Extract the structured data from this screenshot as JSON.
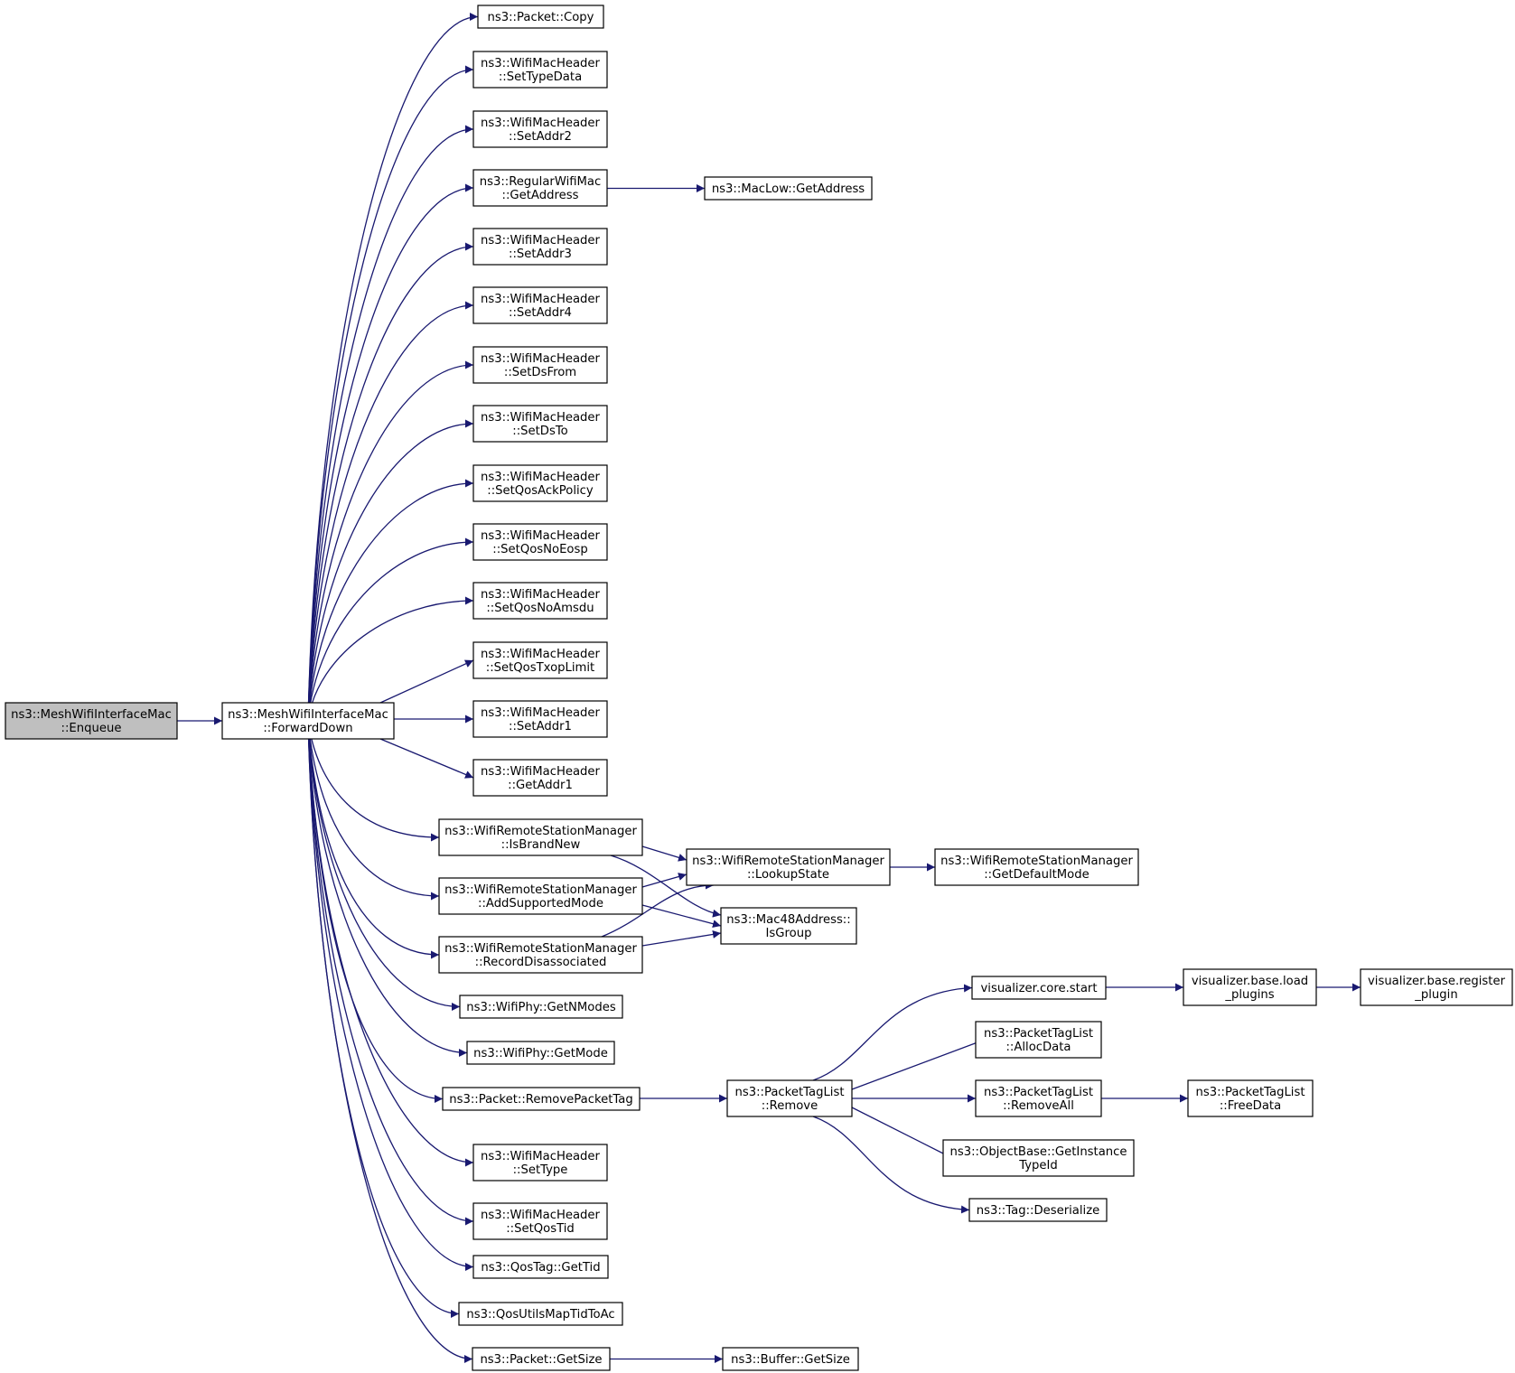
{
  "graph": {
    "edge_color": "#191970",
    "root_fill": "#bfbfbf",
    "nodes": [
      {
        "id": "enqueue",
        "lines": [
          "ns3::MeshWifiInterfaceMac",
          "::Enqueue"
        ],
        "root": true
      },
      {
        "id": "forwarddown",
        "lines": [
          "ns3::MeshWifiInterfaceMac",
          "::ForwardDown"
        ]
      },
      {
        "id": "packet_copy",
        "lines": [
          "ns3::Packet::Copy"
        ]
      },
      {
        "id": "settypedata",
        "lines": [
          "ns3::WifiMacHeader",
          "::SetTypeData"
        ]
      },
      {
        "id": "setaddr2",
        "lines": [
          "ns3::WifiMacHeader",
          "::SetAddr2"
        ]
      },
      {
        "id": "rwm_getaddress",
        "lines": [
          "ns3::RegularWifiMac",
          "::GetAddress"
        ]
      },
      {
        "id": "maclow_getaddress",
        "lines": [
          "ns3::MacLow::GetAddress"
        ]
      },
      {
        "id": "setaddr3",
        "lines": [
          "ns3::WifiMacHeader",
          "::SetAddr3"
        ]
      },
      {
        "id": "setaddr4",
        "lines": [
          "ns3::WifiMacHeader",
          "::SetAddr4"
        ]
      },
      {
        "id": "setdsfrom",
        "lines": [
          "ns3::WifiMacHeader",
          "::SetDsFrom"
        ]
      },
      {
        "id": "setdsto",
        "lines": [
          "ns3::WifiMacHeader",
          "::SetDsTo"
        ]
      },
      {
        "id": "setqosackpolicy",
        "lines": [
          "ns3::WifiMacHeader",
          "::SetQosAckPolicy"
        ]
      },
      {
        "id": "setqosnoeosp",
        "lines": [
          "ns3::WifiMacHeader",
          "::SetQosNoEosp"
        ]
      },
      {
        "id": "setqosnoamsdu",
        "lines": [
          "ns3::WifiMacHeader",
          "::SetQosNoAmsdu"
        ]
      },
      {
        "id": "setqostxoplimit",
        "lines": [
          "ns3::WifiMacHeader",
          "::SetQosTxopLimit"
        ]
      },
      {
        "id": "setaddr1",
        "lines": [
          "ns3::WifiMacHeader",
          "::SetAddr1"
        ]
      },
      {
        "id": "getaddr1",
        "lines": [
          "ns3::WifiMacHeader",
          "::GetAddr1"
        ]
      },
      {
        "id": "isbrandnew",
        "lines": [
          "ns3::WifiRemoteStationManager",
          "::IsBrandNew"
        ]
      },
      {
        "id": "lookupstate",
        "lines": [
          "ns3::WifiRemoteStationManager",
          "::LookupState"
        ]
      },
      {
        "id": "getdefaultmode",
        "lines": [
          "ns3::WifiRemoteStationManager",
          "::GetDefaultMode"
        ]
      },
      {
        "id": "addsupportedmode",
        "lines": [
          "ns3::WifiRemoteStationManager",
          "::AddSupportedMode"
        ]
      },
      {
        "id": "isgroup",
        "lines": [
          "ns3::Mac48Address::",
          "IsGroup"
        ]
      },
      {
        "id": "recorddisassociated",
        "lines": [
          "ns3::WifiRemoteStationManager",
          "::RecordDisassociated"
        ]
      },
      {
        "id": "getnmodes",
        "lines": [
          "ns3::WifiPhy::GetNModes"
        ]
      },
      {
        "id": "getmode",
        "lines": [
          "ns3::WifiPhy::GetMode"
        ]
      },
      {
        "id": "removepackettag",
        "lines": [
          "ns3::Packet::RemovePacketTag"
        ]
      },
      {
        "id": "ptl_remove",
        "lines": [
          "ns3::PacketTagList",
          "::Remove"
        ]
      },
      {
        "id": "viz_core_start",
        "lines": [
          "visualizer.core.start"
        ]
      },
      {
        "id": "viz_load_plugins",
        "lines": [
          "visualizer.base.load",
          "_plugins"
        ]
      },
      {
        "id": "viz_register_plugin",
        "lines": [
          "visualizer.base.register",
          "_plugin"
        ]
      },
      {
        "id": "ptl_allocdata",
        "lines": [
          "ns3::PacketTagList",
          "::AllocData"
        ]
      },
      {
        "id": "ptl_removeall",
        "lines": [
          "ns3::PacketTagList",
          "::RemoveAll"
        ]
      },
      {
        "id": "ptl_freedata",
        "lines": [
          "ns3::PacketTagList",
          "::FreeData"
        ]
      },
      {
        "id": "getinstancetypeid",
        "lines": [
          "ns3::ObjectBase::GetInstance",
          "TypeId"
        ]
      },
      {
        "id": "tag_deserialize",
        "lines": [
          "ns3::Tag::Deserialize"
        ]
      },
      {
        "id": "settype",
        "lines": [
          "ns3::WifiMacHeader",
          "::SetType"
        ]
      },
      {
        "id": "setqostid",
        "lines": [
          "ns3::WifiMacHeader",
          "::SetQosTid"
        ]
      },
      {
        "id": "qostag_gettid",
        "lines": [
          "ns3::QosTag::GetTid"
        ]
      },
      {
        "id": "qosutilsmaptidtoac",
        "lines": [
          "ns3::QosUtilsMapTidToAc"
        ]
      },
      {
        "id": "packet_getsize",
        "lines": [
          "ns3::Packet::GetSize"
        ]
      },
      {
        "id": "buffer_getsize",
        "lines": [
          "ns3::Buffer::GetSize"
        ]
      }
    ],
    "edges": [
      [
        "enqueue",
        "forwarddown"
      ],
      [
        "forwarddown",
        "packet_copy"
      ],
      [
        "forwarddown",
        "settypedata"
      ],
      [
        "forwarddown",
        "setaddr2"
      ],
      [
        "forwarddown",
        "rwm_getaddress"
      ],
      [
        "rwm_getaddress",
        "maclow_getaddress"
      ],
      [
        "forwarddown",
        "setaddr3"
      ],
      [
        "forwarddown",
        "setaddr4"
      ],
      [
        "forwarddown",
        "setdsfrom"
      ],
      [
        "forwarddown",
        "setdsto"
      ],
      [
        "forwarddown",
        "setqosackpolicy"
      ],
      [
        "forwarddown",
        "setqosnoeosp"
      ],
      [
        "forwarddown",
        "setqosnoamsdu"
      ],
      [
        "forwarddown",
        "setqostxoplimit"
      ],
      [
        "forwarddown",
        "setaddr1"
      ],
      [
        "forwarddown",
        "getaddr1"
      ],
      [
        "forwarddown",
        "isbrandnew"
      ],
      [
        "isbrandnew",
        "lookupstate"
      ],
      [
        "isbrandnew",
        "isgroup"
      ],
      [
        "lookupstate",
        "getdefaultmode"
      ],
      [
        "forwarddown",
        "addsupportedmode"
      ],
      [
        "addsupportedmode",
        "lookupstate"
      ],
      [
        "addsupportedmode",
        "isgroup"
      ],
      [
        "forwarddown",
        "recorddisassociated"
      ],
      [
        "recorddisassociated",
        "lookupstate"
      ],
      [
        "recorddisassociated",
        "isgroup"
      ],
      [
        "forwarddown",
        "getnmodes"
      ],
      [
        "forwarddown",
        "getmode"
      ],
      [
        "forwarddown",
        "removepackettag"
      ],
      [
        "removepackettag",
        "ptl_remove"
      ],
      [
        "ptl_remove",
        "viz_core_start"
      ],
      [
        "viz_core_start",
        "viz_load_plugins"
      ],
      [
        "viz_load_plugins",
        "viz_register_plugin"
      ],
      [
        "ptl_remove",
        "ptl_allocdata"
      ],
      [
        "ptl_remove",
        "ptl_removeall"
      ],
      [
        "ptl_removeall",
        "ptl_freedata"
      ],
      [
        "ptl_remove",
        "getinstancetypeid"
      ],
      [
        "ptl_remove",
        "tag_deserialize"
      ],
      [
        "forwarddown",
        "settype"
      ],
      [
        "forwarddown",
        "setqostid"
      ],
      [
        "forwarddown",
        "qostag_gettid"
      ],
      [
        "forwarddown",
        "qosutilsmaptidtoac"
      ],
      [
        "forwarddown",
        "packet_getsize"
      ],
      [
        "packet_getsize",
        "buffer_getsize"
      ]
    ]
  }
}
